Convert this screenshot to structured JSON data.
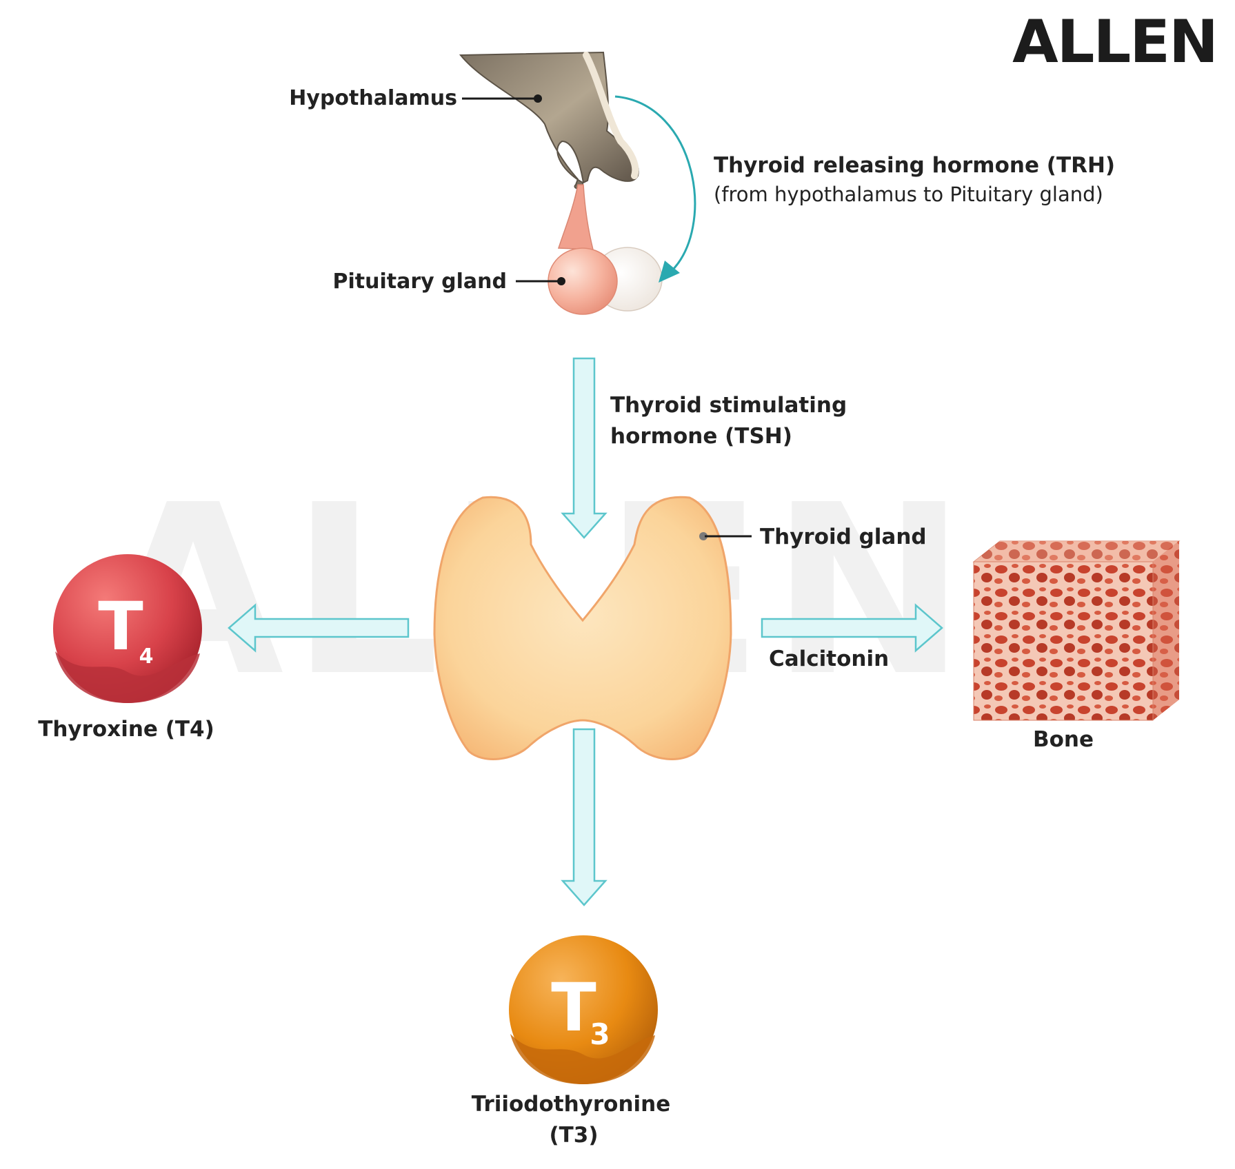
{
  "brand": {
    "logo_text": "ALLEN",
    "watermark_text": "ALLEN"
  },
  "labels": {
    "hypothalamus": "Hypothalamus",
    "pituitary": "Pituitary gland",
    "trh_title": "Thyroid releasing hormone (TRH)",
    "trh_sub": "(from hypothalamus to Pituitary gland)",
    "tsh_line1": "Thyroid stimulating",
    "tsh_line2": "hormone (TSH)",
    "thyroid": "Thyroid gland",
    "calcitonin": "Calcitonin",
    "bone": "Bone",
    "t4_name": "Thyroxine (T4)",
    "t3_name_line1": "Triiodothyronine",
    "t3_name_line2": "(T3)"
  },
  "hormones": {
    "t4": {
      "letter": "T",
      "subscript": "4"
    },
    "t3": {
      "letter": "T",
      "subscript": "3"
    }
  },
  "colors": {
    "arrow_fill": "#e0f7f8",
    "arrow_stroke": "#5cc6cc",
    "trh_arrow": "#2aa9b0",
    "thyroid_fill": "#fbd9a2",
    "thyroid_stroke": "#f0a56a",
    "t4_ball": "#d8424a",
    "t3_ball": "#e88a12",
    "bone": "#e2684e"
  }
}
